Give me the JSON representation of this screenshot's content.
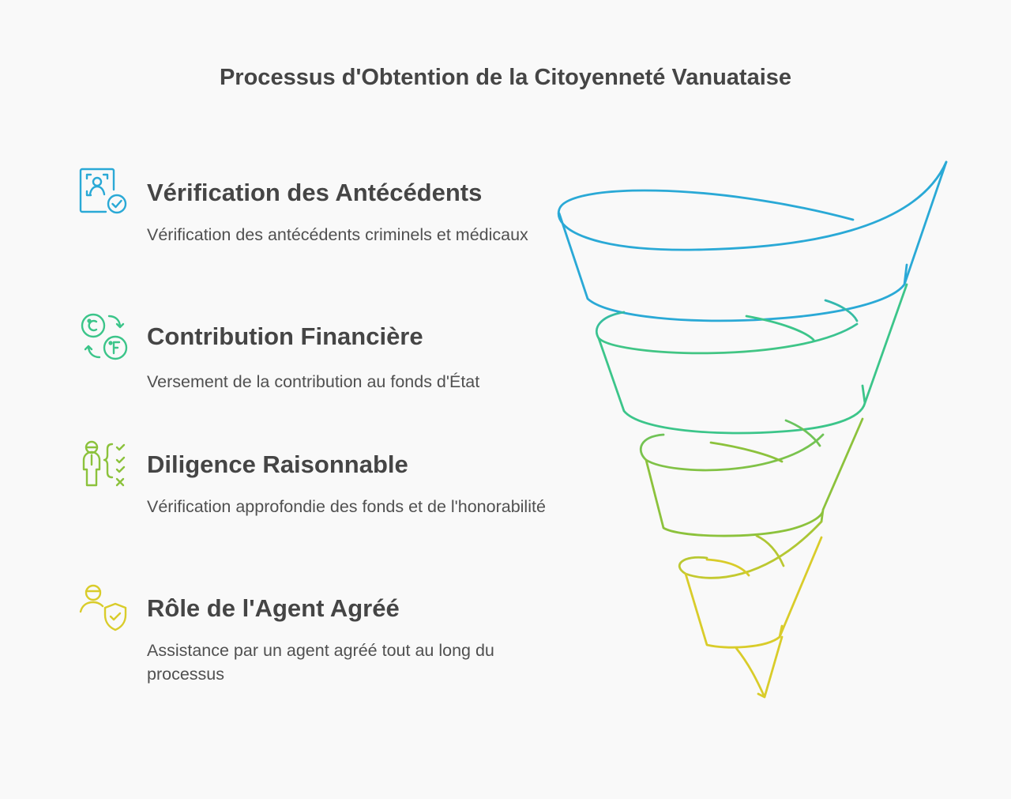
{
  "title": "Processus d'Obtention de la Citoyenneté Vanuataise",
  "steps": [
    {
      "title": "Vérification des Antécédents",
      "description": "Vérification des antécédents criminels et médicaux",
      "icon": "identity-verification-icon",
      "color": "#2aa9d6"
    },
    {
      "title": "Contribution Financière",
      "description": "Versement de la contribution au fonds d'État",
      "icon": "currency-exchange-icon",
      "color": "#3cc58a"
    },
    {
      "title": "Diligence Raisonnable",
      "description": "Vérification approfondie des fonds et de l'honorabilité",
      "icon": "person-checklist-icon",
      "color": "#8cc23c"
    },
    {
      "title": "Rôle de l'Agent Agréé",
      "description": "Assistance par un agent agréé tout au long du processus",
      "icon": "agent-shield-icon",
      "color": "#d9cc2a"
    }
  ],
  "funnel_colors": [
    "#2aa9d6",
    "#3cc58a",
    "#8cc23c",
    "#d9cc2a"
  ]
}
